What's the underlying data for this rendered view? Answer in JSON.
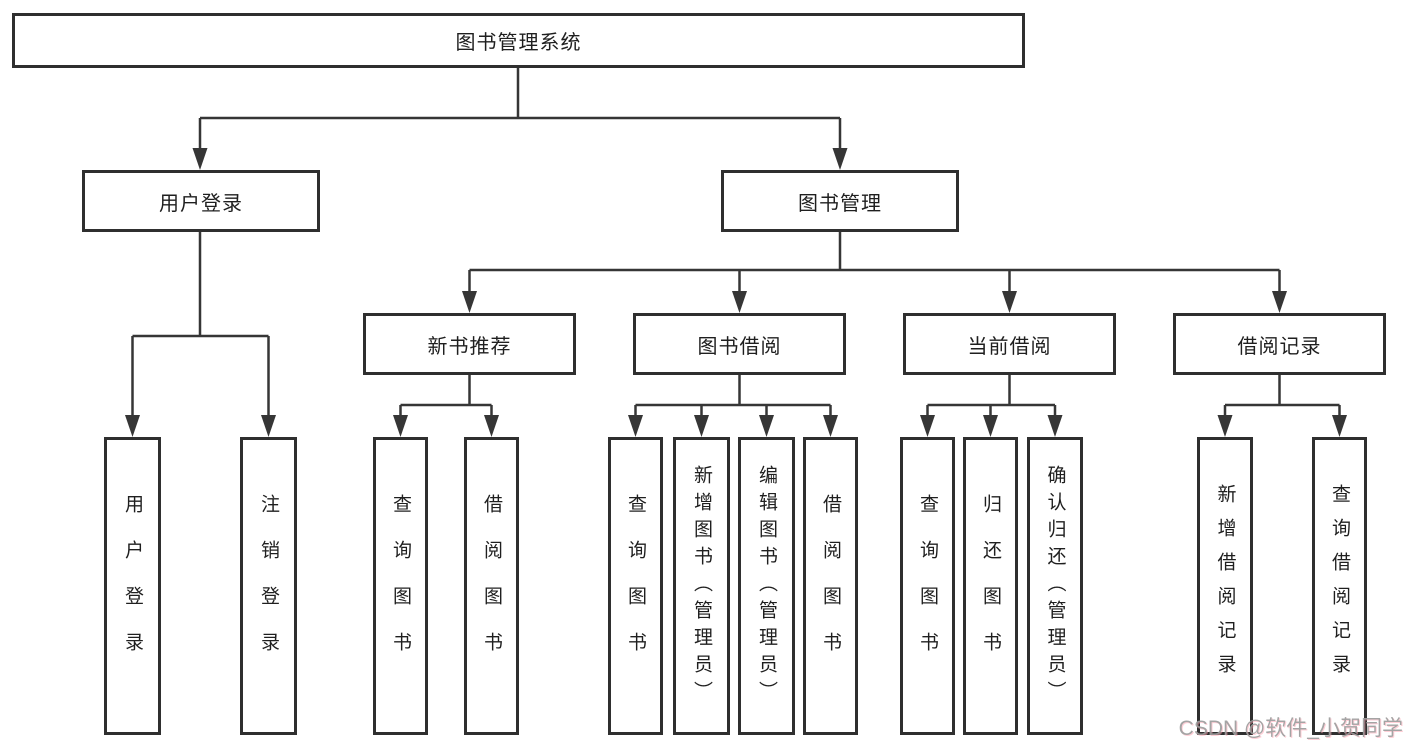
{
  "colors": {
    "background": "#ffffff",
    "box_fill": "#ffffff",
    "box_border": "#2f2f2f",
    "line": "#363636",
    "text": "#1f1f1f",
    "watermark_text": "#9d9d9d",
    "watermark_shadow": "#ffa0af"
  },
  "tree": {
    "label": "图书管理系统",
    "children": [
      {
        "label": "用户登录",
        "children": [
          {
            "label": "用户登录"
          },
          {
            "label": "注销登录"
          }
        ]
      },
      {
        "label": "图书管理",
        "children": [
          {
            "label": "新书推荐",
            "children": [
              {
                "label": "查询图书"
              },
              {
                "label": "借阅图书"
              }
            ]
          },
          {
            "label": "图书借阅",
            "children": [
              {
                "label": "查询图书"
              },
              {
                "label": "新增图书（管理员）"
              },
              {
                "label": "编辑图书（管理员）"
              },
              {
                "label": "借阅图书"
              }
            ]
          },
          {
            "label": "当前借阅",
            "children": [
              {
                "label": "查询图书"
              },
              {
                "label": "归还图书"
              },
              {
                "label": "确认归还（管理员）"
              }
            ]
          },
          {
            "label": "借阅记录",
            "children": [
              {
                "label": "新增借阅记录"
              },
              {
                "label": "查询借阅记录"
              }
            ]
          }
        ]
      }
    ]
  },
  "watermark": {
    "text": "CSDN @软件_小贺同学"
  }
}
